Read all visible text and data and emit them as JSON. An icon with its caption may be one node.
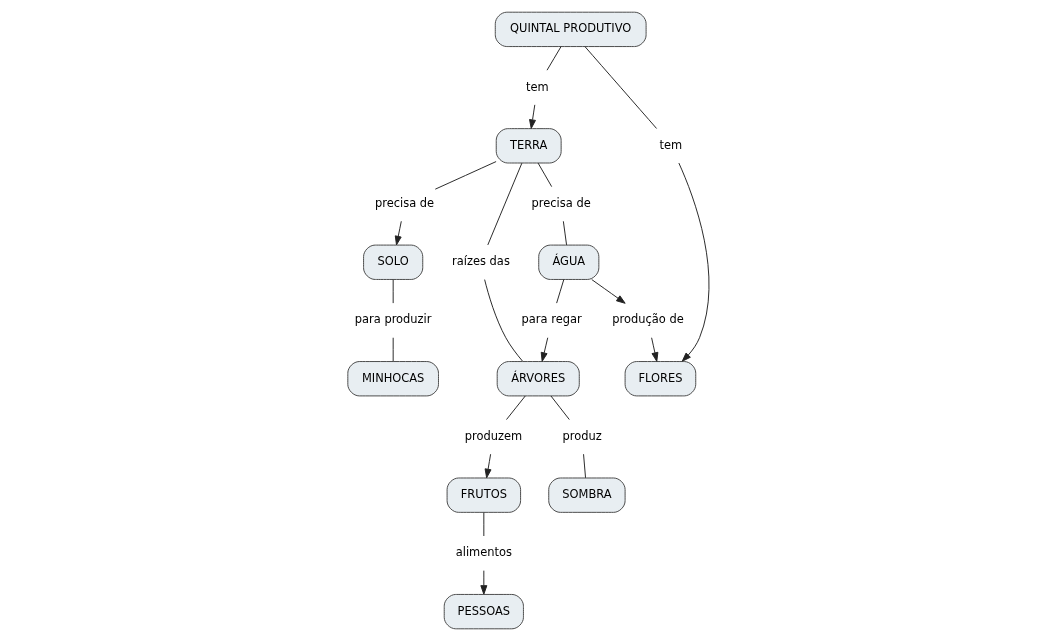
{
  "diagram": {
    "nodes": [
      {
        "text": [
          "QUINTAL PRODUTIVO"
        ]
      },
      {
        "text": [
          "TERRA"
        ]
      },
      {
        "text": [
          "SOLO"
        ]
      },
      {
        "text": [
          "ÁGUA"
        ]
      },
      {
        "text": [
          "ÁRVORES"
        ]
      },
      {
        "text": [
          "FRUTOS"
        ]
      },
      {
        "text": [
          "FLORES"
        ]
      },
      {
        "text": [
          "MINHOCAS"
        ]
      },
      {
        "text": [
          "SOMBRA"
        ]
      },
      {
        "text": [
          "PESSOAS"
        ]
      },
      {
        "text": [
          "tem"
        ]
      },
      {
        "text": [
          "tem"
        ]
      },
      {
        "text": [
          "precisa de"
        ]
      },
      {
        "text": [
          "precisa de"
        ]
      },
      {
        "text": [
          "raízes das"
        ]
      },
      {
        "text": [
          "produzem"
        ]
      },
      {
        "text": [
          "para produzir"
        ]
      },
      {
        "text": [
          "produz"
        ]
      },
      {
        "text": [
          "alimentos"
        ]
      },
      {
        "text": [
          "para regar"
        ]
      },
      {
        "text": [
          "produção de"
        ]
      }
    ],
    "edges": [
      {
        "from": 0,
        "to": 10,
        "arrow": "none"
      },
      {
        "from": 10,
        "to": 1,
        "arrow": "to"
      },
      {
        "from": 0,
        "to": 11,
        "arrow": "none"
      },
      {
        "from": 11,
        "to": 6,
        "arrow": "to"
      },
      {
        "from": 1,
        "to": 12,
        "arrow": "none"
      },
      {
        "from": 12,
        "to": 2,
        "arrow": "to"
      },
      {
        "from": 1,
        "to": 13,
        "arrow": "none"
      },
      {
        "from": 13,
        "to": 3,
        "arrow": "none"
      },
      {
        "from": 1,
        "to": 14,
        "arrow": "none"
      },
      {
        "from": 14,
        "to": 4,
        "arrow": "none"
      },
      {
        "from": 4,
        "to": 15,
        "arrow": "none"
      },
      {
        "from": 15,
        "to": 5,
        "arrow": "to"
      },
      {
        "from": 2,
        "to": 16,
        "arrow": "none"
      },
      {
        "from": 16,
        "to": 7,
        "arrow": "none"
      },
      {
        "from": 4,
        "to": 17,
        "arrow": "none"
      },
      {
        "from": 17,
        "to": 8,
        "arrow": "none"
      },
      {
        "from": 5,
        "to": 18,
        "arrow": "none"
      },
      {
        "from": 18,
        "to": 9,
        "arrow": "to"
      },
      {
        "from": 3,
        "to": 19,
        "arrow": "none"
      },
      {
        "from": 19,
        "to": 4,
        "arrow": "to"
      },
      {
        "from": 3,
        "to": 20,
        "arrow": "to"
      },
      {
        "from": 20,
        "to": 6,
        "arrow": "to"
      }
    ]
  }
}
